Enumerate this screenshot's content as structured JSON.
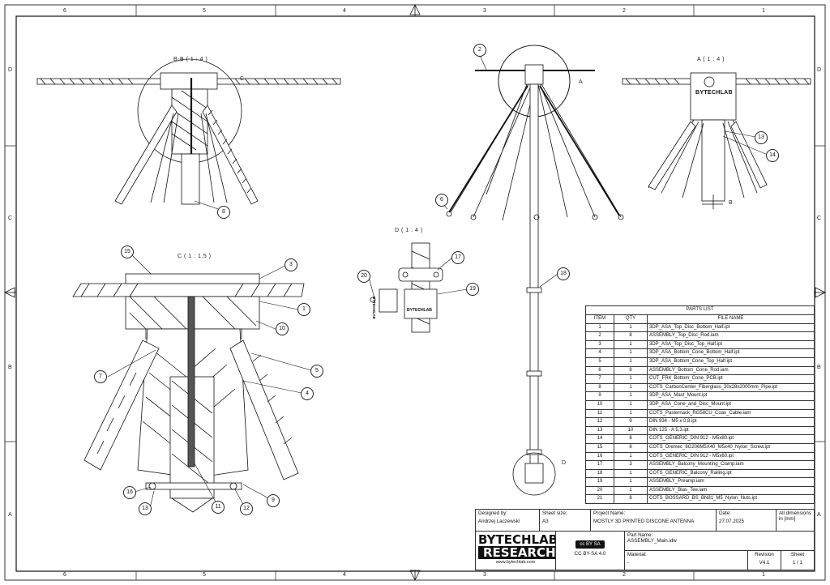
{
  "zones": {
    "columns": [
      "6",
      "5",
      "4",
      "3",
      "2",
      "1"
    ],
    "rows": [
      "D",
      "C",
      "B",
      "A"
    ]
  },
  "views": {
    "section_bb": "B-B ( 1 : 4 )",
    "detail_a": "A ( 1 : 4 )",
    "detail_c": "C ( 1 : 1.5 )",
    "detail_d": "D ( 1 : 4 )",
    "callout_a": "A",
    "callout_b": "B",
    "callout_c": "C",
    "callout_d": "D"
  },
  "balloons": {
    "b2": "2",
    "b6": "6",
    "b8": "8",
    "b13a": "13",
    "b14": "14",
    "b15": "15",
    "b3": "3",
    "b1": "1",
    "b10": "10",
    "b5": "5",
    "b4": "4",
    "b7": "7",
    "b16": "16",
    "b13b": "13",
    "b11": "11",
    "b12": "12",
    "b9": "9",
    "b17": "17",
    "b20": "20",
    "b19": "19",
    "b18": "18"
  },
  "labels": {
    "bytechlab_small_a": "BYTECHLAB",
    "bytechlab_small_d1": "BYTECHLAB",
    "bytechlab_small_d2": "BYTECHLAB"
  },
  "parts_list": {
    "title": "PARTS LIST",
    "headers": [
      "ITEM",
      "QTY",
      "FILE NAME"
    ],
    "rows": [
      [
        "1",
        "1",
        "3DP_ASA_Top_Disc_Bottom_Half.ipt"
      ],
      [
        "2",
        "8",
        "ASSEMBLY_Top_Disc_Rod.iam"
      ],
      [
        "3",
        "1",
        "3DP_ASA_Top_Disc_Top_Half.ipt"
      ],
      [
        "4",
        "1",
        "3DP_ASA_Bottom_Cone_Bottom_Half.ipt"
      ],
      [
        "5",
        "1",
        "3DP_ASA_Bottom_Cone_Top_Half.ipt"
      ],
      [
        "6",
        "8",
        "ASSEMBLY_Bottom_Cone_Rod.iam"
      ],
      [
        "7",
        "1",
        "CUT_FR4_Bottom_Cone_PCB.ipt"
      ],
      [
        "8",
        "1",
        "COTS_CarbonCenter_Fiberglass_30x28x2000mm_Pipe.ipt"
      ],
      [
        "9",
        "1",
        "3DP_ASA_Mast_Mount.ipt"
      ],
      [
        "10",
        "1",
        "3DP_ASA_Cone_and_Disc_Mount.ipt"
      ],
      [
        "11",
        "1",
        "COTS_Pasternack_RG58CU_Coax_Cable.iam"
      ],
      [
        "12",
        "9",
        "DIN 934 - M5 x 0,8.ipt"
      ],
      [
        "13",
        "10",
        "DIN 125 - A 5,3.ipt"
      ],
      [
        "14",
        "8",
        "COTS_GENERIC_DIN 912 - M5x80.ipt"
      ],
      [
        "15",
        "8",
        "COTS_Dremec_8G206M5X40_M5x40_Nylon_Screw.ipt"
      ],
      [
        "16",
        "1",
        "COTS_GENERIC_DIN 912 - M5x60.ipt"
      ],
      [
        "17",
        "3",
        "ASSEMBLY_Balcony_Mounting_Clamp.iam"
      ],
      [
        "18",
        "1",
        "COTS_GENERIC_Balcony_Railing.ipt"
      ],
      [
        "19",
        "1",
        "ASSEMBLY_Preamp.iam"
      ],
      [
        "20",
        "1",
        "ASSEMBLY_Bias_Tee.iam"
      ],
      [
        "21",
        "8",
        "COTS_BOSSARD_BS_BN81_M5_Nylon_Nuts.ipt"
      ]
    ]
  },
  "title_block": {
    "designed_by_caption": "Designed by:",
    "designed_by": "Andrzej Laczewski",
    "sheet_size_caption": "Sheet size:",
    "sheet_size": "A3",
    "project_caption": "Project Name:",
    "project": "MOSTLY 3D PRINTED DISCONE ANTENNA",
    "date_caption": "Date:",
    "date": "27.07.2025",
    "dims_note": "All dimensions in [mm]",
    "logo_line1": "BYTECHLAB",
    "logo_line2": "RESEARCH",
    "website": "www.bytechlab.com",
    "license_badge": "cc BY SA",
    "license": "CC BY-SA 4.0",
    "part_name_caption": "Part Name:",
    "part_name": "ASSEMBLY_Main.idw",
    "material_caption": "Material:",
    "material": "-",
    "revision_caption": "Revision",
    "revision": "V4.1",
    "sheet_caption": "Sheet",
    "sheet": "1 / 1"
  }
}
